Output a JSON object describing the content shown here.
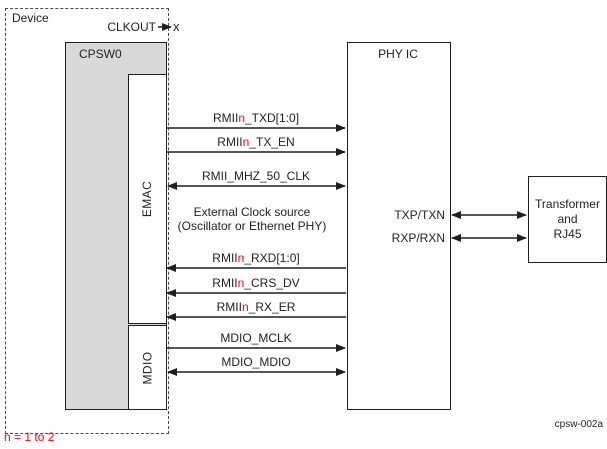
{
  "diagram": {
    "device_label": "Device",
    "clkout_label": "CLKOUT",
    "no_connect_mark": "x",
    "cpsw_label": "CPSW0",
    "emac_label": "EMAC",
    "mdio_label": "MDIO",
    "phy_label": "PHY IC",
    "transformer_label": "Transformer\nand\nRJ45",
    "ext_clock_note_line1": "External Clock source",
    "ext_clock_note_line2": "(Oscillator or Ethernet PHY)",
    "footnote": "n = 1 to 2",
    "figure_id": "cpsw-002a",
    "colors": {
      "accent_red": "#ff0000",
      "cpsw_fill": "#d9d9d9",
      "line_color": "#1f1f1f"
    }
  },
  "signals": {
    "n_red": "n",
    "rmii_txd": {
      "prefix": "RMII",
      "suffix": "_TXD[1:0]"
    },
    "rmii_tx_en": {
      "prefix": "RMII",
      "suffix": "_TX_EN"
    },
    "rmii_mhz_50_clk": {
      "label": "RMII_MHZ_50_CLK"
    },
    "rmii_rxd": {
      "prefix": "RMII",
      "suffix": "_RXD[1:0]"
    },
    "rmii_crs_dv": {
      "prefix": "RMII",
      "suffix": "_CRS_DV"
    },
    "rmii_rx_er": {
      "prefix": "RMII",
      "suffix": "_RX_ER"
    },
    "mdio_mclk": {
      "label": "MDIO_MCLK"
    },
    "mdio_mdio": {
      "label": "MDIO_MDIO"
    },
    "txp_txn": {
      "label": "TXP/TXN"
    },
    "rxp_rxn": {
      "label": "RXP/RXN"
    }
  }
}
